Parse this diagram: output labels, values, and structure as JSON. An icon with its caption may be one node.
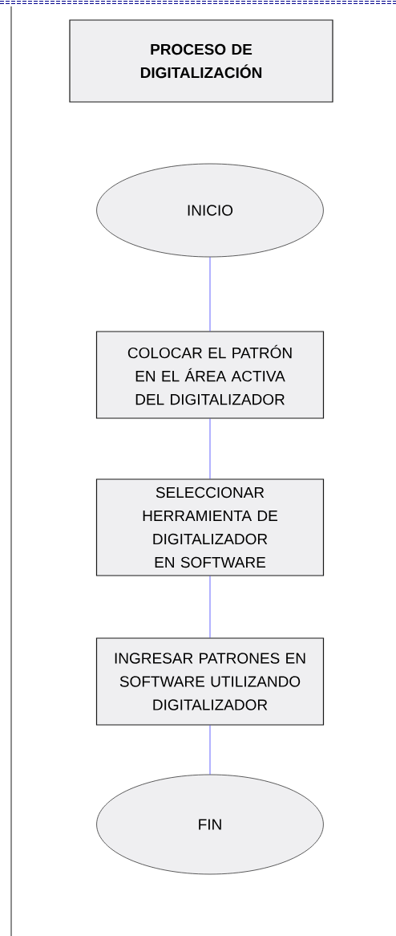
{
  "diagram": {
    "nodes": [
      {
        "text": [
          "PROCESO DE DIGITALIZACIÓN"
        ]
      },
      {
        "text": [
          "INICIO"
        ]
      },
      {
        "text": [
          "COLOCAR EL PATRÓN EN EL ÁREA ACTIVA DEL DIGITALIZADOR"
        ]
      },
      {
        "text": [
          "SELECCIONAR HERRAMIENTA DE DIGITALIZADOR EN SOFTWARE"
        ]
      },
      {
        "text": [
          "INGRESAR PATRONES EN SOFTWARE UTILIZANDO DIGITALIZADOR"
        ]
      },
      {
        "text": [
          "FIN"
        ]
      }
    ],
    "edges": [
      {
        "from": 1,
        "to": 2,
        "arrow": "none"
      },
      {
        "from": 2,
        "to": 3,
        "arrow": "none"
      },
      {
        "from": 3,
        "to": 4,
        "arrow": "none"
      },
      {
        "from": 4,
        "to": 5,
        "arrow": "none"
      }
    ]
  }
}
